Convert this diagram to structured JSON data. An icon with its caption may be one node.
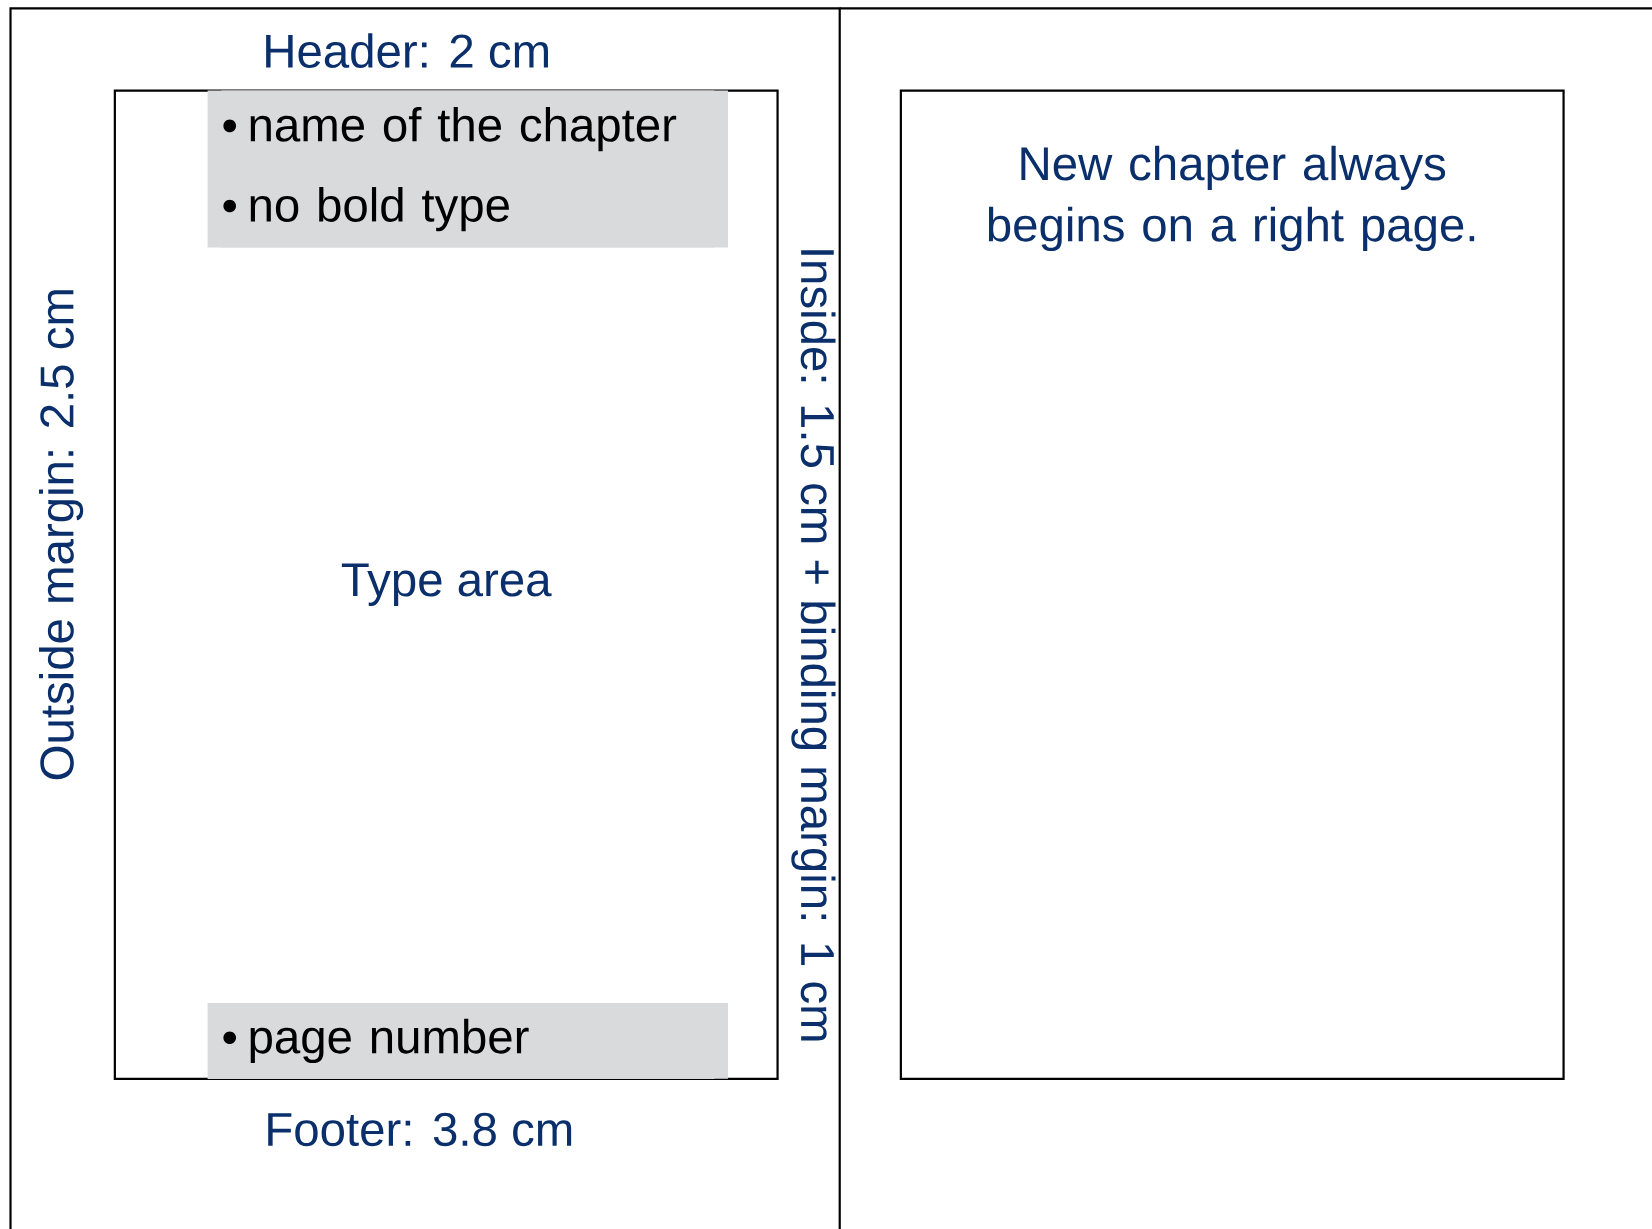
{
  "diagram": {
    "nodes": [
      {
        "text": [
          "Type area"
        ]
      },
      {
        "text": [
          "name of the chapter",
          "no bold type"
        ],
        "in": 0
      },
      {
        "text": [
          "page number"
        ],
        "in": 0
      },
      {
        "text": [
          "New chapter always begins on a right page."
        ]
      }
    ],
    "edges": [],
    "labels": [
      "Header: 2 cm",
      "Outside margin: 2.5 cm",
      "Inside: 1.5 cm + binding margin: 1 cm",
      "Footer: 3.8 cm"
    ]
  }
}
